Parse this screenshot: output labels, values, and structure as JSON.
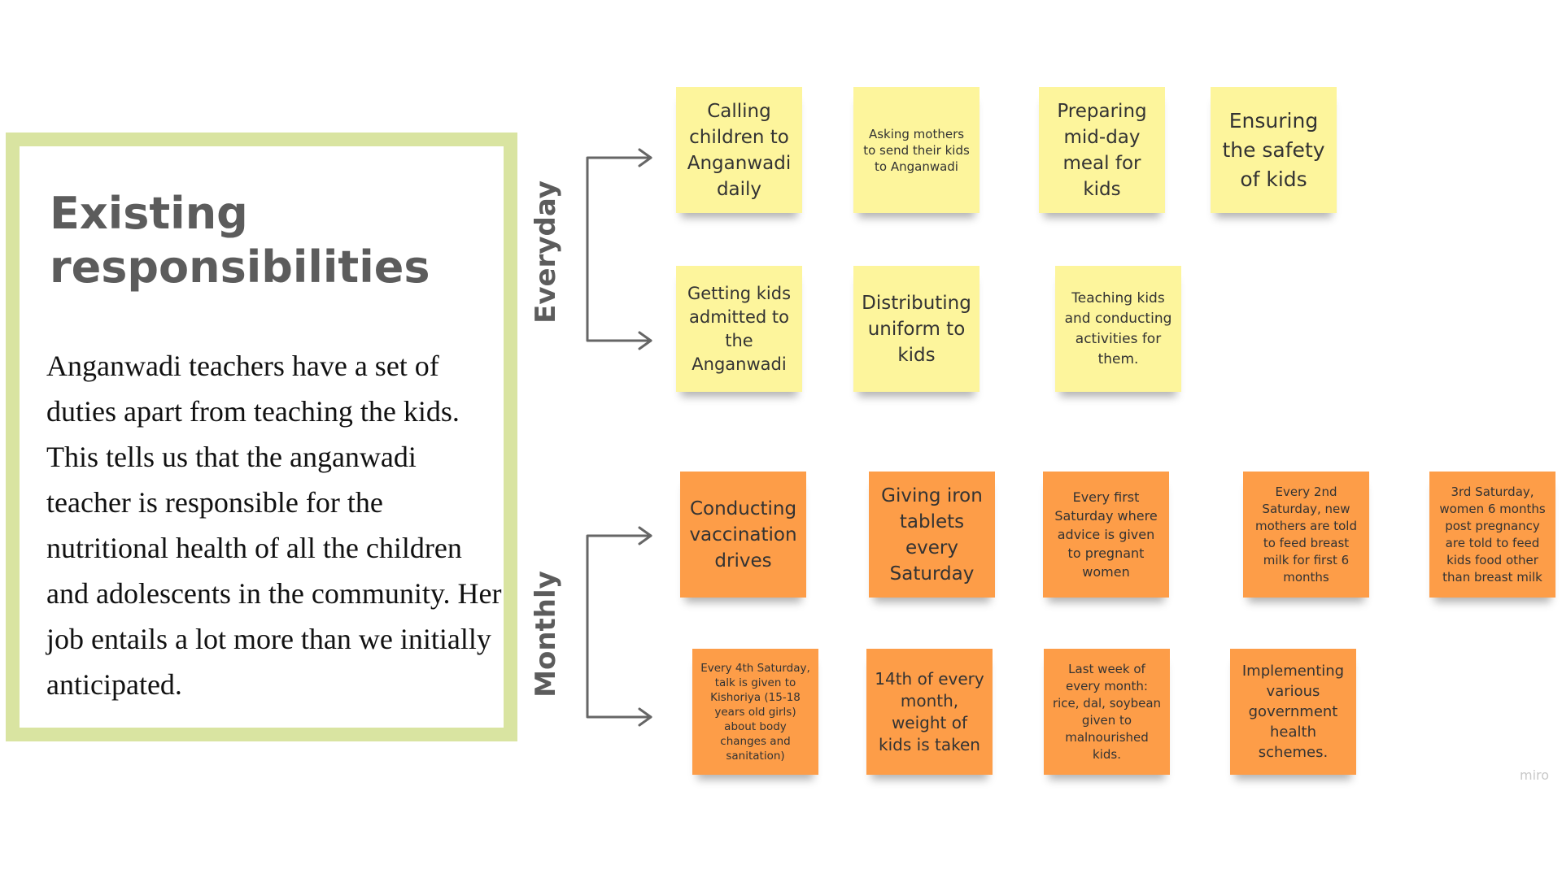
{
  "panel": {
    "title_line1": "Existing",
    "title_line2": "responsibilities",
    "body": "Anganwadi teachers have a set of duties apart from teaching the kids. This tells us that the anganwadi teacher is responsible for the nutritional health of all the children and adolescents in the community. Her job entails a lot more than we initially anticipated."
  },
  "labels": {
    "everyday": "Everyday",
    "monthly": "Monthly"
  },
  "everyday_notes": [
    "Calling children to Anganwadi daily",
    "Asking mothers to send their kids to Anganwadi",
    "Preparing mid-day meal for kids",
    "Ensuring the safety of kids",
    "Getting kids admitted to the Anganwadi",
    "Distributing uniform to kids",
    "Teaching kids and conducting activities for them."
  ],
  "monthly_notes": [
    "Conducting vaccination drives",
    "Giving iron tablets every Saturday",
    "Every first Saturday where advice is given to pregnant women",
    "Every 2nd Saturday, new mothers are told to feed breast milk for first 6 months",
    "3rd Saturday, women 6 months post pregnancy are told to feed kids food other than breast milk",
    "Every 4th Saturday, talk is given to Kishoriya (15-18 years old girls) about body changes and sanitation)",
    "14th of every month, weight of kids is taken",
    "Last week of every month: rice, dal, soybean given to malnourished kids.",
    "Implementing various government health schemes."
  ],
  "watermark": "miro",
  "colors": {
    "yellow": "#fdf59c",
    "orange": "#fd9d48",
    "frame": "#d9e4a1"
  }
}
